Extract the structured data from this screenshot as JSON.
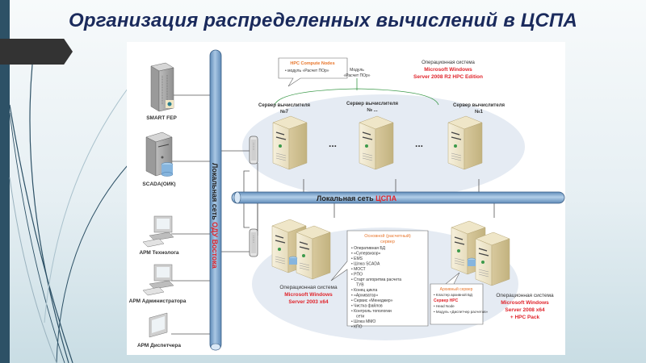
{
  "title": "Организация распределенных вычислений в ЦСПА",
  "left_bus": {
    "label_plain": "Локальная сеть ",
    "label_red": "ОДУ Востока"
  },
  "main_bus": {
    "label_plain": "Локальная сеть ",
    "label_red": "ЦСПА"
  },
  "left_devices": [
    {
      "label": "SMART FEP",
      "icon": "rack-server"
    },
    {
      "label": "SCADA(ОИК)",
      "icon": "server-database"
    },
    {
      "label": "АРМ Технолога",
      "icon": "workstation"
    },
    {
      "label": "АРМ  Администратора",
      "icon": "workstation"
    },
    {
      "label": "АРМ Диспетчера",
      "icon": "monitor"
    }
  ],
  "hpc_callout": {
    "title": "HPC Compute Nodes",
    "items": [
      "модуль «Расчет ПОр»"
    ]
  },
  "module_label": [
    "Модуль",
    "«Расчет ПОр»"
  ],
  "top_os": {
    "caption": "Операционная система",
    "name_lines": [
      "Microsoft Windows",
      "Server 2008 R2 HPC Edition"
    ]
  },
  "compute_servers": [
    {
      "label_lines": [
        "Сервер вычислителя",
        "№7"
      ]
    },
    {
      "label_lines": [
        "Сервер вычислителя",
        "№ ..."
      ]
    },
    {
      "label_lines": [
        "Сервер вычислителя",
        "№1"
      ]
    }
  ],
  "ellipsis": "...",
  "main_server_callout": {
    "title": "Основной (расчетный) сервер",
    "items": [
      "Оперативная БД",
      "«Супервизор»",
      "EMS",
      "Шлюз SCADA",
      "МОСТ",
      "РПО",
      "Старт алгоритма расчета ТУВ",
      "Конец цикла",
      "«Архиватор»",
      "Сервис «Менеджер»",
      "Чистка файлов",
      "Контроль топологии сети",
      "Шлюз ММО",
      "КПО"
    ]
  },
  "archive_callout": {
    "title": "Архивный сервер",
    "items_a": [
      "Кластер архивной БД"
    ],
    "title_b": "Сервер HPC",
    "items_b": [
      "Head Node",
      "Модуль «Диспетчер расчетов»"
    ]
  },
  "bottom_left_os": {
    "caption": "Операционная система",
    "name_lines": [
      "Microsoft Windows",
      "Server 2003 x64"
    ]
  },
  "bottom_right_os": {
    "caption": "Операционная система",
    "name_lines": [
      "Microsoft Windows",
      "Server 2008 x64",
      "+ HPC Pack"
    ]
  },
  "colors": {
    "title": "#1a2a5c",
    "accent_red": "#e0242b",
    "orange": "#e8762c",
    "bus_fill": "#7fa8cf",
    "cloud": "#e6ecf3",
    "sidebar": "#2d5166"
  }
}
